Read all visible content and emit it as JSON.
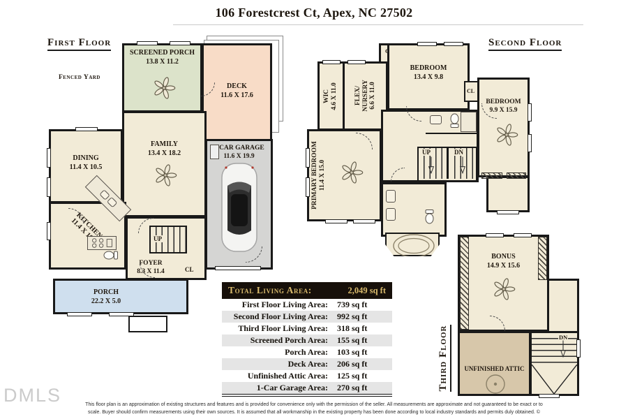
{
  "title": "106 Forestcrest Ct, Apex, NC 27502",
  "watermark": "DMLS",
  "disclaimer": {
    "line1": "This floor plan is an approximation of existing structures and features and is provided for convenience only with the permission of the seller.  All measurements are approximate and not guaranteed to be exact or to",
    "line2": "scale.  Buyer should confirm measurements using their own sources.  It is assumed that all workmanship in the existing property has been done according to local industry standards and permits duly obtained.  ©"
  },
  "first_floor": {
    "heading": "First Floor",
    "fenced_yard": "Fenced Yard",
    "labels": {
      "up": "UP",
      "cl": "CL"
    },
    "rooms": {
      "screened_porch": {
        "name": "SCREENED PORCH",
        "dims": "13.8 X 11.2"
      },
      "deck": {
        "name": "DECK",
        "dims": "11.6 X 17.6"
      },
      "family": {
        "name": "FAMILY",
        "dims": "13.4 X 18.2"
      },
      "dining": {
        "name": "DINING",
        "dims": "11.4 X 10.5"
      },
      "kitchen": {
        "name": "KITCHEN",
        "dims": "11.4 X 10.0"
      },
      "foyer": {
        "name": "FOYER",
        "dims": "8.3 X 11.4"
      },
      "porch": {
        "name": "PORCH",
        "dims": "22.2 X 5.0"
      },
      "garage": {
        "name": "1-CAR GARAGE",
        "dims": "11.6 X 19.9"
      }
    }
  },
  "second_floor": {
    "heading": "Second Floor",
    "labels": {
      "up": "UP",
      "dn": "DN",
      "cl": "CL"
    },
    "rooms": {
      "wic": {
        "name": "WIC",
        "dims": "4.6 X 11.0"
      },
      "flex": {
        "name": "FLEX/ NURSERY",
        "dims": "6.6 X 11.0"
      },
      "bedroom_a": {
        "name": "BEDROOM",
        "dims": "13.4 X 9.8"
      },
      "bedroom_b": {
        "name": "BEDROOM",
        "dims": "9.9 X 15.9"
      },
      "primary_bedroom": {
        "name": "PRIMARY BEDROOM",
        "dims": "11.4 X 15.0"
      }
    }
  },
  "third_floor": {
    "heading": "Third Floor",
    "labels": {
      "dn": "DN"
    },
    "rooms": {
      "bonus": {
        "name": "BONUS",
        "dims": "14.9 X 15.6"
      },
      "attic": {
        "name": "UNFINISHED ATTIC"
      }
    }
  },
  "area_table": {
    "header": {
      "label": "Total Living Area:",
      "value": "2,049 sq ft"
    },
    "rows": [
      {
        "label": "First Floor Living Area:",
        "value": "739 sq ft"
      },
      {
        "label": "Second Floor Living Area:",
        "value": "992 sq ft"
      },
      {
        "label": "Third Floor Living Area:",
        "value": "318 sq ft"
      },
      {
        "label": "Screened Porch Area:",
        "value": "155 sq ft"
      },
      {
        "label": "Porch Area:",
        "value": "103 sq ft"
      },
      {
        "label": "Deck Area:",
        "value": "206 sq ft"
      },
      {
        "label": "Unfinished Attic Area:",
        "value": "125 sq ft"
      },
      {
        "label": "1-Car Garage Area:",
        "value": "270 sq ft"
      }
    ]
  },
  "colors": {
    "wall": "#191919",
    "room_cream": "#f2ebd7",
    "screened_porch_green": "#dce3ca",
    "deck_pink": "#f8dcc7",
    "porch_blue": "#cfdfee",
    "garage_gray": "#d5d5d3",
    "attic_tan": "#d7c7aa",
    "table_header_bg": "#17100a",
    "table_gold": "#d9ba6c",
    "row_stripe": "#e5e5e5"
  }
}
